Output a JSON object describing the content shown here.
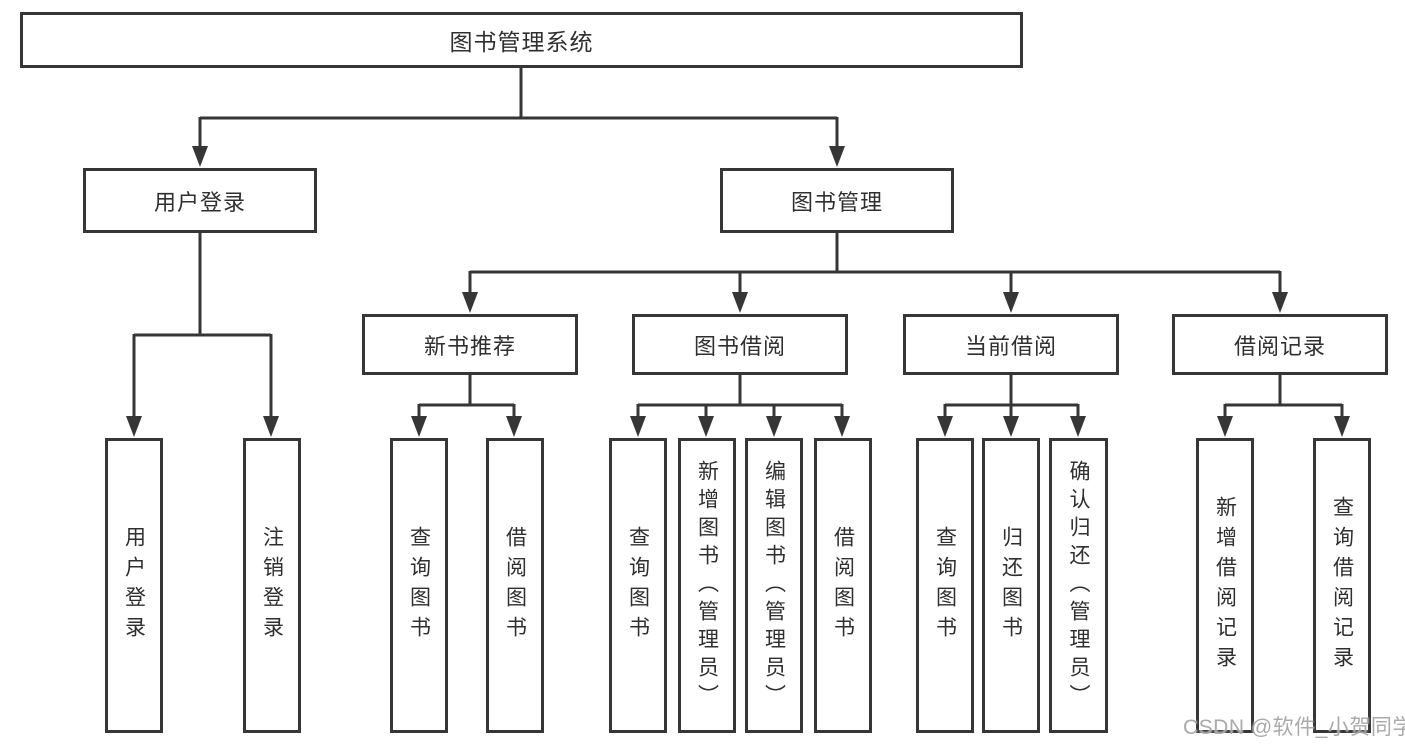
{
  "tree": {
    "root": {
      "label": "图书管理系统"
    },
    "level2": [
      {
        "label": "用户登录",
        "children": [
          {
            "label": "用户登录"
          },
          {
            "label": "注销登录"
          }
        ]
      },
      {
        "label": "图书管理",
        "children": [
          {
            "label": "新书推荐",
            "children": [
              {
                "label": "查询图书"
              },
              {
                "label": "借阅图书"
              }
            ]
          },
          {
            "label": "图书借阅",
            "children": [
              {
                "label": "查询图书"
              },
              {
                "label": "新增图书（管理员）"
              },
              {
                "label": "编辑图书（管理员）"
              },
              {
                "label": "借阅图书"
              }
            ]
          },
          {
            "label": "当前借阅",
            "children": [
              {
                "label": "查询图书"
              },
              {
                "label": "归还图书"
              },
              {
                "label": "确认归还（管理员）"
              }
            ]
          },
          {
            "label": "借阅记录",
            "children": [
              {
                "label": "新增借阅记录"
              },
              {
                "label": "查询借阅记录"
              }
            ]
          }
        ]
      }
    ]
  },
  "watermark": {
    "text": "CSDN @软件_小贺同学"
  },
  "colors": {
    "line": "#363636",
    "text": "#2f2f2f",
    "watermark": "#a3a3a3",
    "background": "#ffffff"
  }
}
